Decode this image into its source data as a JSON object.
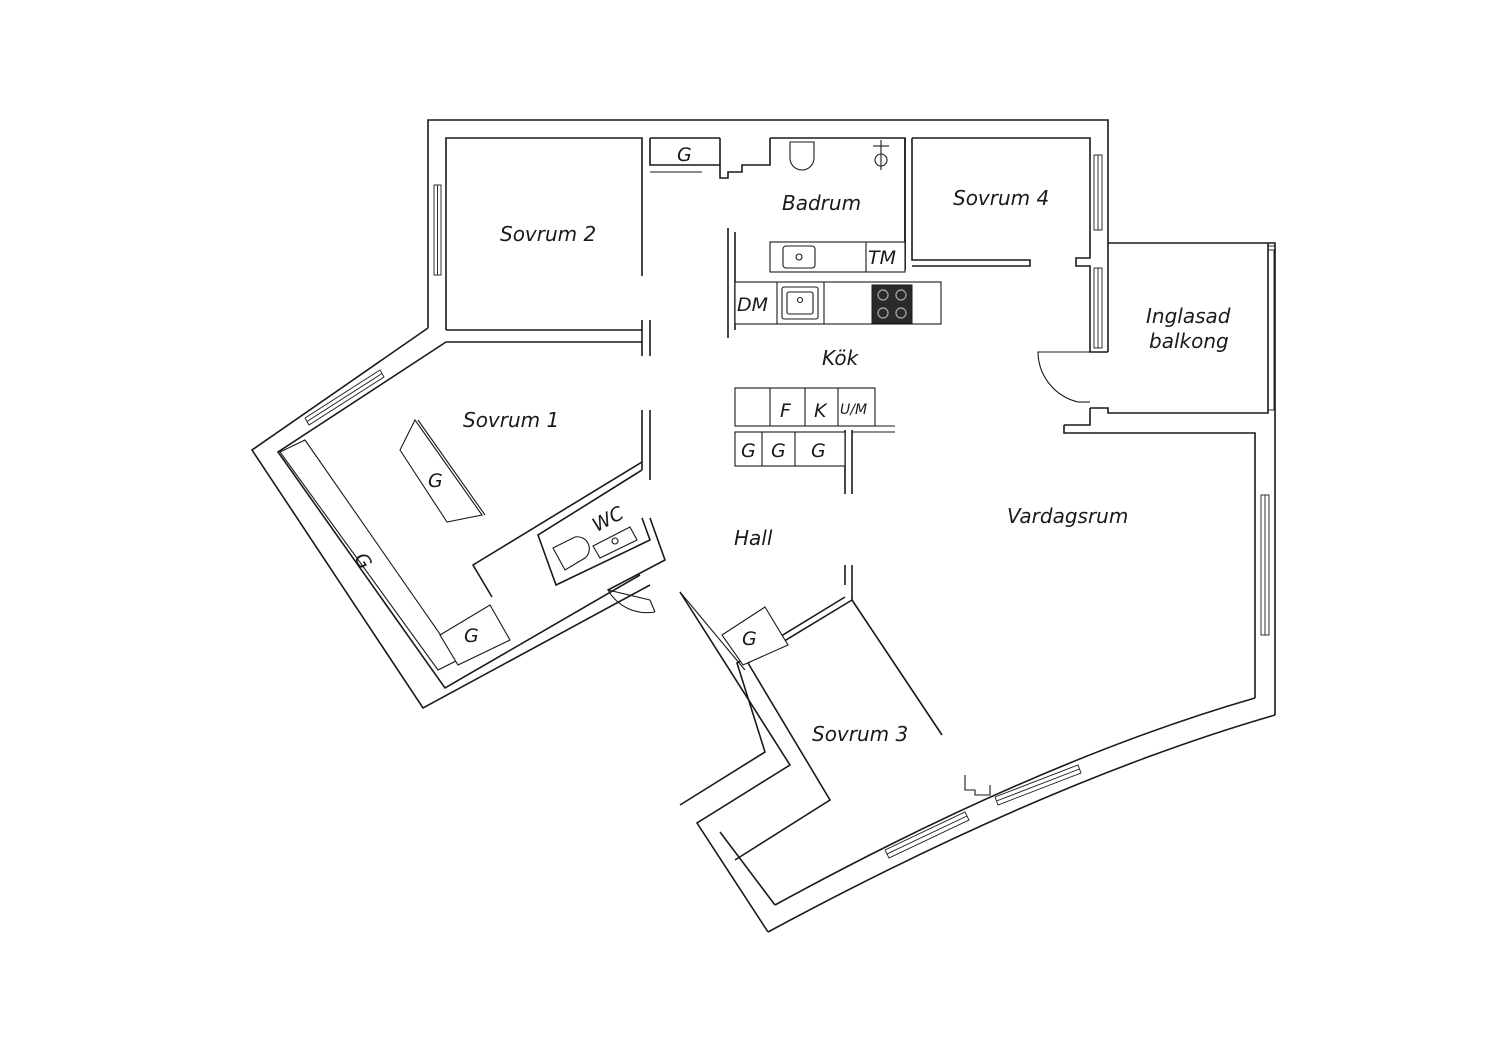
{
  "rooms": {
    "sovrum2": "Sovrum 2",
    "sovrum1": "Sovrum 1",
    "sovrum3": "Sovrum 3",
    "sovrum4": "Sovrum 4",
    "badrum": "Badrum",
    "kok": "Kök",
    "hall": "Hall",
    "vardagsrum": "Vardagsrum",
    "balkong_line1": "Inglasad",
    "balkong_line2": "balkong",
    "wc": "WC"
  },
  "fixtures": {
    "garderob": "G",
    "tm": "TM",
    "dm": "DM",
    "f": "F",
    "k": "K",
    "um": "U/M"
  },
  "colors": {
    "line": "#1a1a1a",
    "background": "#ffffff",
    "stove": "#2a2a2a"
  }
}
